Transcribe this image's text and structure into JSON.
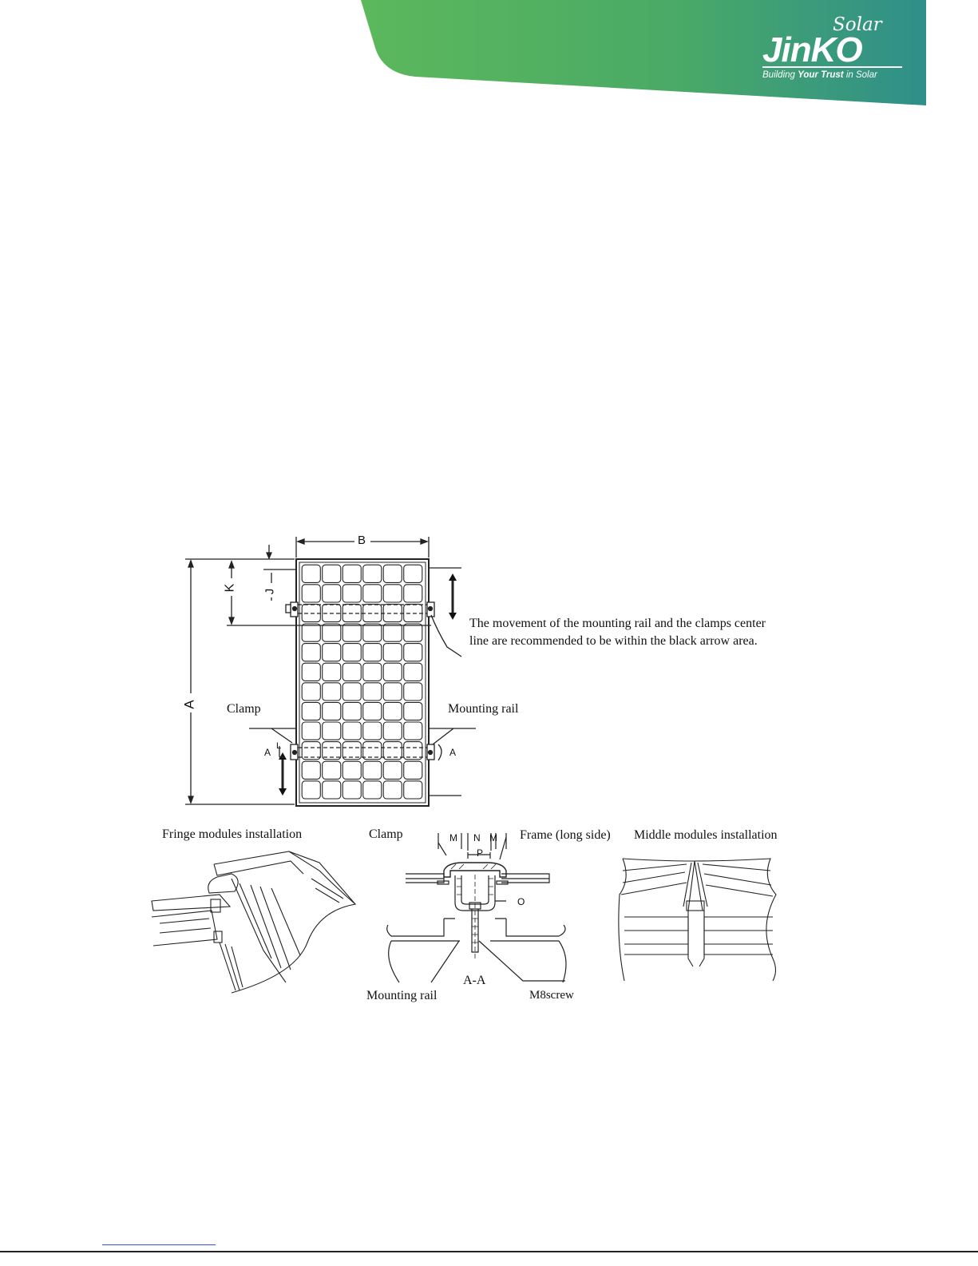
{
  "brand": {
    "name": "JinKO",
    "suffix": "Solar",
    "tagline_pre": "Building ",
    "tagline_bold": "Your Trust",
    "tagline_post": " in Solar",
    "colors": {
      "green": "#5cb85c",
      "teal": "#2f8f8a"
    }
  },
  "figure": {
    "dims": {
      "A": "A",
      "B": "B",
      "J": "J",
      "K": "K",
      "M1": "M",
      "N": "N",
      "M2": "M",
      "P": "P",
      "O": "O",
      "L": "L"
    },
    "section_marks": {
      "left": "A",
      "right": "A"
    },
    "labels": {
      "clamp_top": "Clamp",
      "mounting_rail_top": "Mounting rail",
      "note_line1": "The movement of the mounting rail and the clamps center",
      "note_line2": "line are recommended to be within the black arrow area.",
      "fringe": "Fringe modules installation",
      "clamp_detail": "Clamp",
      "frame_long": "Frame (long side)",
      "middle": "Middle modules installation",
      "section": "A-A",
      "mounting_rail_bottom": "Mounting rail",
      "screw": "M8screw"
    }
  }
}
